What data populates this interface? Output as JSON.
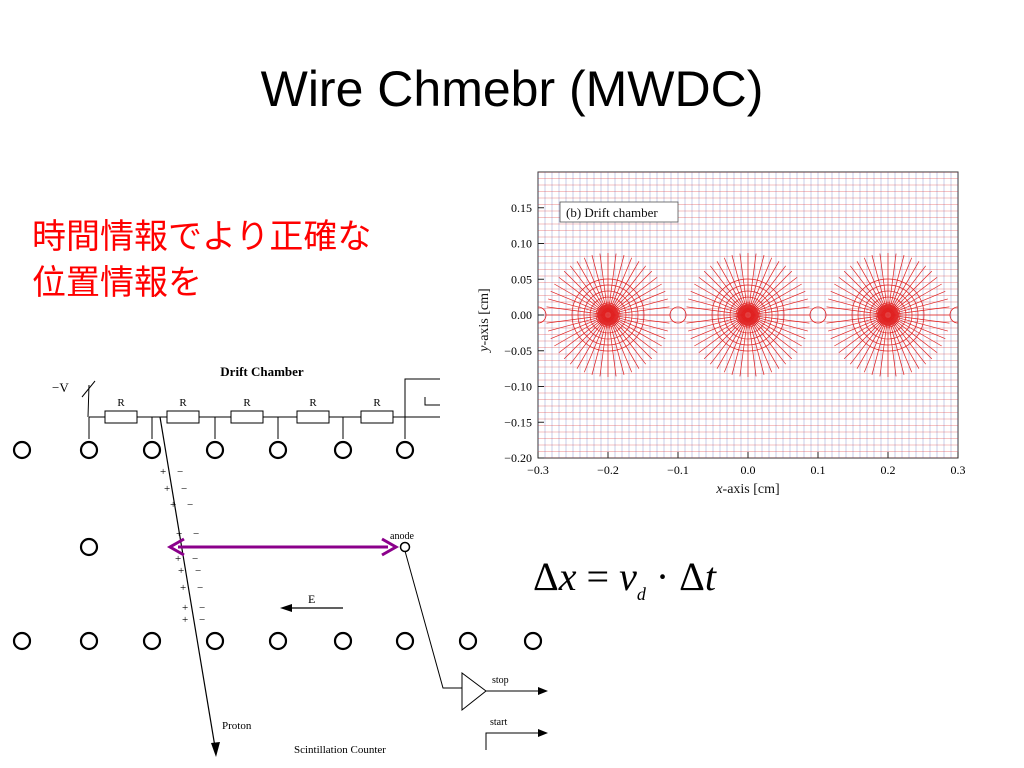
{
  "slide": {
    "title": "Wire Chmebr (MWDC)",
    "subtitle_line1": "時間情報でより正確な",
    "subtitle_line2": "位置情報を"
  },
  "field_plot": {
    "label": "(b) Drift chamber",
    "xlabel_var": "x",
    "xlabel_rest": "-axis [cm]",
    "ylabel_var": "y",
    "ylabel_rest": "-axis [cm]",
    "x_ticks": [
      "−0.3",
      "−0.2",
      "−0.1",
      "0.0",
      "0.1",
      "0.2",
      "0.3"
    ],
    "y_ticks": [
      "0.15",
      "0.10",
      "0.05",
      "0.00",
      "−0.05",
      "−0.10",
      "−0.15",
      "−0.20"
    ],
    "xlim": [
      -0.3,
      0.3
    ],
    "ylim": [
      -0.2,
      0.2
    ],
    "wire_x": [
      -0.2,
      0.0,
      0.2
    ],
    "field_color": "#e02020",
    "equipotential_color": "#3344aa"
  },
  "schematic": {
    "title": "Drift Chamber",
    "voltage": "−V",
    "resistor": "R",
    "anode": "anode",
    "efield": "E",
    "proton": "Proton",
    "stop": "stop",
    "start": "start",
    "counter": "Scintillation  Counter",
    "plus": "+",
    "minus": "−",
    "arrow_color": "#8b008b"
  },
  "formula": {
    "delta1": "Δ",
    "x": "x",
    "equals": " = ",
    "v": "v",
    "sub_d": "d",
    "dot": " · ",
    "delta2": "Δ",
    "t": "t"
  }
}
